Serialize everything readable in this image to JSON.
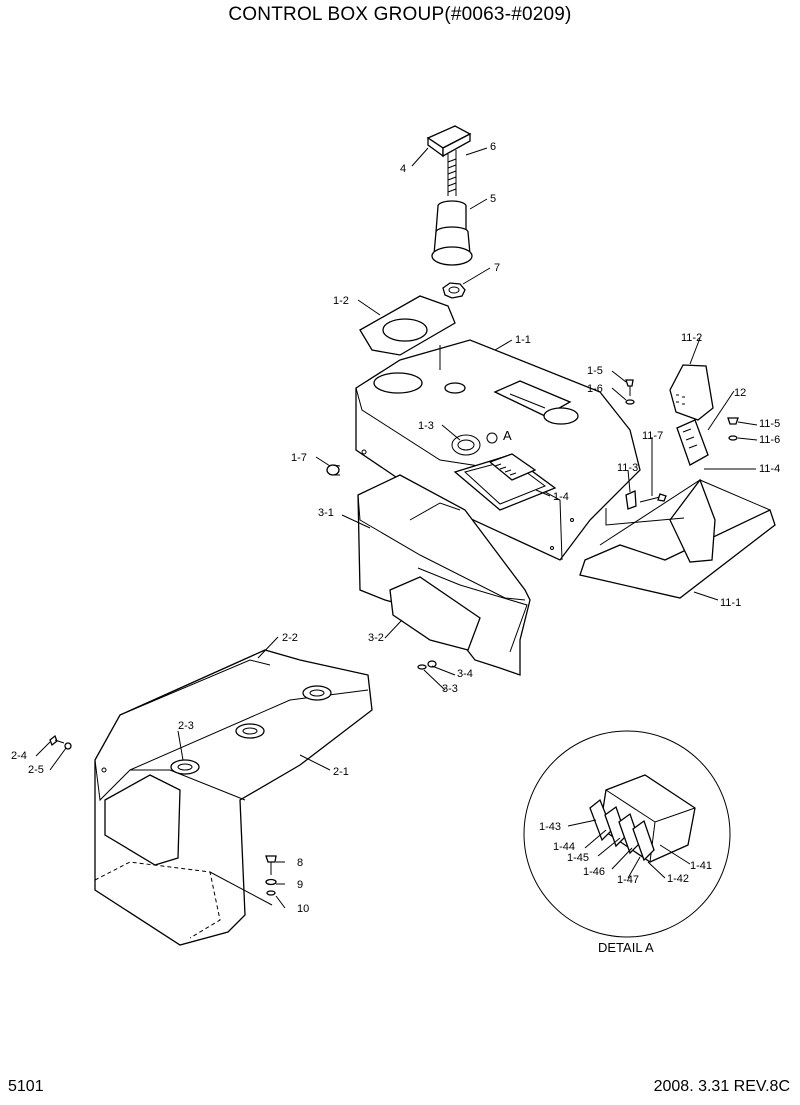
{
  "title": "CONTROL BOX GROUP(#0063-#0209)",
  "page_number": "5101",
  "revision": "2008. 3.31  REV.8C",
  "detail_label": "DETAIL A",
  "detail_marker": "A",
  "callouts": {
    "c4": "4",
    "c6": "6",
    "c5": "5",
    "c7": "7",
    "c1_2": "1-2",
    "c1_1": "1-1",
    "c1_5": "1-5",
    "c1_6": "1-6",
    "c1_3": "1-3",
    "c1_7": "1-7",
    "c1_4": "1-4",
    "c11_2": "11-2",
    "c12": "12",
    "c11_5": "11-5",
    "c11_6": "11-6",
    "c11_7": "11-7",
    "c11_3": "11-3",
    "c11_4": "11-4",
    "c11_1": "11-1",
    "c3_1": "3-1",
    "c3_2": "3-2",
    "c3_4": "3-4",
    "c3_3": "3-3",
    "c2_2": "2-2",
    "c2_3": "2-3",
    "c2_4": "2-4",
    "c2_5": "2-5",
    "c2_1": "2-1",
    "c8": "8",
    "c9": "9",
    "c10": "10",
    "c1_43": "1-43",
    "c1_44": "1-44",
    "c1_45": "1-45",
    "c1_46": "1-46",
    "c1_47": "1-47",
    "c1_42": "1-42",
    "c1_41": "1-41"
  }
}
